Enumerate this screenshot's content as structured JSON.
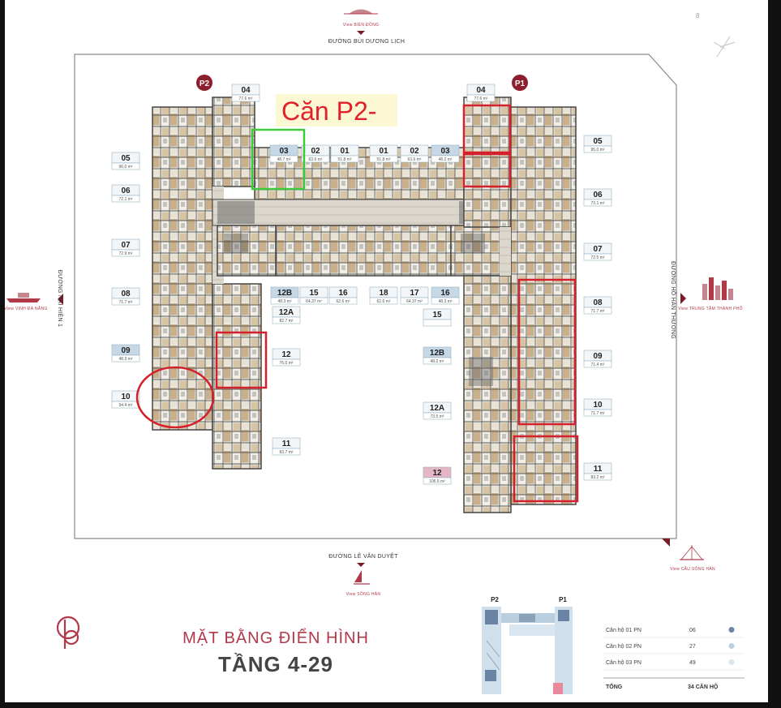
{
  "annotation": {
    "text": "Căn P2-"
  },
  "roads": {
    "top": "ĐƯỜNG BÙI DƯƠNG LỊCH",
    "bottom": "ĐƯỜNG LÊ VĂN DUYỆT",
    "left": "ĐƯỜNG NẠI HIÊN 1",
    "right": "ĐƯỜNG HỒ HÁN THƯƠNG"
  },
  "views": {
    "top": "View BIỂN ĐÔNG",
    "bottom": "View SÔNG HÀN",
    "left": "View VỊNH ĐÀ NẴNG",
    "right": "View TRUNG TÂM THÀNH PHỐ",
    "bottom_right": "View CẦU SÔNG HÀN"
  },
  "towers": {
    "p2": "P2",
    "p1": "P1"
  },
  "units": [
    {
      "num": "04",
      "area": "77.6 m²"
    },
    {
      "num": "05",
      "area": "96.0 m²"
    },
    {
      "num": "06",
      "area": "72.1 m²"
    },
    {
      "num": "07",
      "area": "72.9 m²"
    },
    {
      "num": "08",
      "area": "71.7 m²"
    },
    {
      "num": "09",
      "area": "48.9 m²"
    },
    {
      "num": "10",
      "area": "94.4 m²"
    },
    {
      "num": "12",
      "area": "76.0 m²"
    },
    {
      "num": "11",
      "area": "83.7 m²"
    },
    {
      "num": "03",
      "area": "48.7 m²"
    },
    {
      "num": "02",
      "area": "63.6 m²"
    },
    {
      "num": "01",
      "area": "51.8 m²"
    },
    {
      "num": "12B",
      "area": "48.3 m²"
    },
    {
      "num": "15",
      "area": "64.37 m²"
    },
    {
      "num": "16",
      "area": "62.6 m²"
    },
    {
      "num": "12A",
      "area": "82.7 m²"
    },
    {
      "num": "01",
      "area": "51.8 m²"
    },
    {
      "num": "02",
      "area": "63.6 m²"
    },
    {
      "num": "03",
      "area": "48.2 m²"
    },
    {
      "num": "18",
      "area": "62.6 m²"
    },
    {
      "num": "17",
      "area": "64.37 m²"
    },
    {
      "num": "16",
      "area": "48.3 m²"
    },
    {
      "num": "15",
      "area": ""
    },
    {
      "num": "12B",
      "area": "48.2 m²"
    },
    {
      "num": "12A",
      "area": "73.5 m²"
    },
    {
      "num": "12",
      "area": "106.5 m²"
    },
    {
      "num": "04",
      "area": "77.6 m²"
    },
    {
      "num": "05",
      "area": "95.0 m²"
    },
    {
      "num": "06",
      "area": "73.1 m²"
    },
    {
      "num": "07",
      "area": "72.5 m²"
    },
    {
      "num": "08",
      "area": "71.7 m²"
    },
    {
      "num": "09",
      "area": "71.4 m²"
    },
    {
      "num": "10",
      "area": "71.7 m²"
    },
    {
      "num": "11",
      "area": "83.2 m²"
    }
  ],
  "title": {
    "line1": "MẶT BẰNG ĐIỂN HÌNH",
    "line2": "TẦNG 4-29"
  },
  "legend": {
    "rows": [
      {
        "label": "Căn hộ 01 PN",
        "value": "06",
        "color": "#6b84a3"
      },
      {
        "label": "Căn hộ 02 PN",
        "value": "27",
        "color": "#b9cfe0"
      },
      {
        "label": "Căn hộ 03 PN",
        "value": "49",
        "color": "#d9e6ef"
      }
    ],
    "total_label": "TỔNG",
    "total_value": "34 CĂN HỘ"
  },
  "colors": {
    "brand": "#b0394a",
    "highlight_red": "#d4202a",
    "highlight_green": "#3ec83a"
  },
  "icons": {
    "logo": "pb-monogram-logo",
    "ship": "ship-icon",
    "city": "city-skyline-icon",
    "sunrise": "sunrise-icon",
    "boat": "sailboat-icon",
    "bridge": "bridge-icon"
  }
}
